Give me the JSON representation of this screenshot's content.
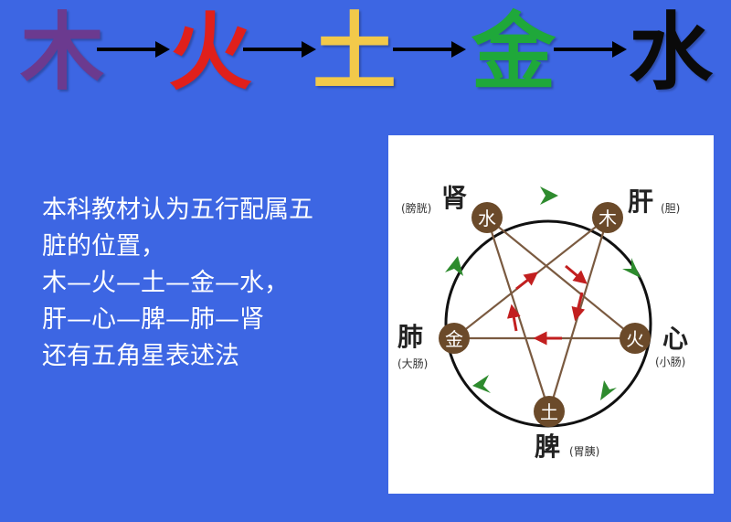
{
  "title": {
    "elements": [
      {
        "char": "木",
        "color": "#6b3a8f"
      },
      {
        "char": "火",
        "color": "#e0201b"
      },
      {
        "char": "土",
        "color": "#f2c94a"
      },
      {
        "char": "金",
        "color": "#1fa83a"
      },
      {
        "char": "水",
        "color": "#0a0a0a"
      }
    ]
  },
  "body": {
    "lines": [
      "本科教材认为五行配属五",
      "脏的位置，",
      "木—火—土—金—水，",
      "肝—心—脾—肺—肾",
      "还有五角星表述法"
    ]
  },
  "diagram": {
    "nodes": {
      "water": {
        "element": "水",
        "organ": "肾",
        "paired": "(膀胱)"
      },
      "wood": {
        "element": "木",
        "organ": "肝",
        "paired": "(胆)"
      },
      "fire": {
        "element": "火",
        "organ": "心",
        "paired": "(小肠)"
      },
      "earth": {
        "element": "土",
        "organ": "脾",
        "paired": "(胃胰)"
      },
      "metal": {
        "element": "金",
        "organ": "肺",
        "paired": "(大肠)"
      }
    },
    "colors": {
      "node_fill": "#6b4a2a",
      "star_line": "#7a5a40",
      "star_arrow": "#c21f1f",
      "cycle_arrow": "#2e8b2e",
      "circle": "#111111"
    }
  }
}
